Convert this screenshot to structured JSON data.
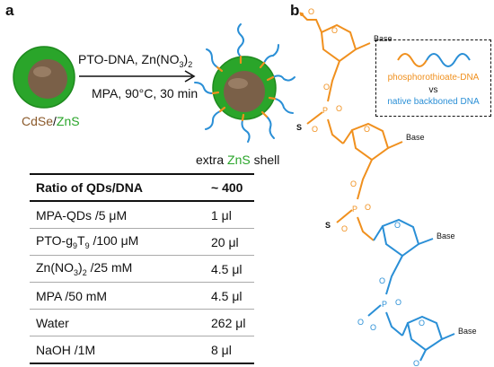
{
  "panel_a": {
    "label": "a",
    "reaction_line1_pre": "PTO-DNA, Zn(NO",
    "reaction_line1_sub": "3",
    "reaction_line1_post": ")",
    "reaction_line1_sub2": "2",
    "reaction_line2": "MPA, 90°C, 30 min",
    "core_label_core": "CdSe",
    "core_label_sep": "/",
    "core_label_shell": "ZnS",
    "product_pre": "extra ",
    "product_shell": "ZnS",
    "product_post": " shell",
    "colors": {
      "shell_green": "#2aa52a",
      "core_brown": "#7a6048",
      "pto_orange": "#f0901e",
      "native_blue": "#2a8fd6"
    }
  },
  "table": {
    "headers": [
      "Ratio of QDs/DNA",
      "~ 400"
    ],
    "rows": [
      {
        "name": "MPA-QDs /5 μM",
        "value": "1 μl"
      },
      {
        "name_pre": "PTO-g",
        "name_sub1": "9",
        "name_mid": "T",
        "name_sub2": "9",
        "name_post": " /100 μM",
        "value": "20 μl"
      },
      {
        "name_pre": "Zn(NO",
        "name_sub1": "3",
        "name_mid": ")",
        "name_sub2": "2",
        "name_post": " /25 mM",
        "value": "4.5 μl"
      },
      {
        "name": "MPA /50 mM",
        "value": "4.5 μl"
      },
      {
        "name": "Water",
        "value": "262 μl"
      },
      {
        "name": "NaOH /1M",
        "value": "8 μl"
      }
    ]
  },
  "panel_b": {
    "label": "b",
    "legend_pto": "phosphorothioate-DNA",
    "legend_vs": "vs",
    "legend_native": "native backboned DNA",
    "base_label": "Base",
    "atom_s": "S",
    "atom_p": "P",
    "atom_o": "O"
  }
}
